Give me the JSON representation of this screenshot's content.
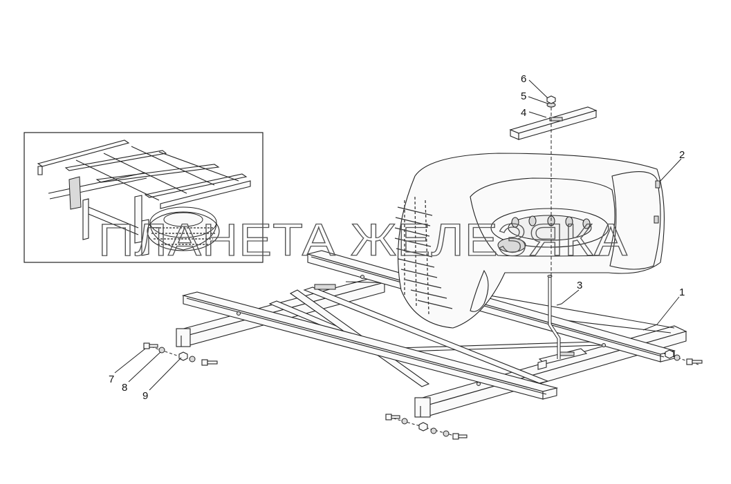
{
  "callouts": [
    {
      "id": "1",
      "label": "1"
    },
    {
      "id": "2",
      "label": "2"
    },
    {
      "id": "3",
      "label": "3"
    },
    {
      "id": "4",
      "label": "4"
    },
    {
      "id": "5",
      "label": "5"
    },
    {
      "id": "6",
      "label": "6"
    },
    {
      "id": "7",
      "label": "7"
    },
    {
      "id": "8",
      "label": "8"
    },
    {
      "id": "9",
      "label": "9"
    }
  ],
  "watermark": "ПЛАНЕТА ЖЕЛЕЗЯКА"
}
